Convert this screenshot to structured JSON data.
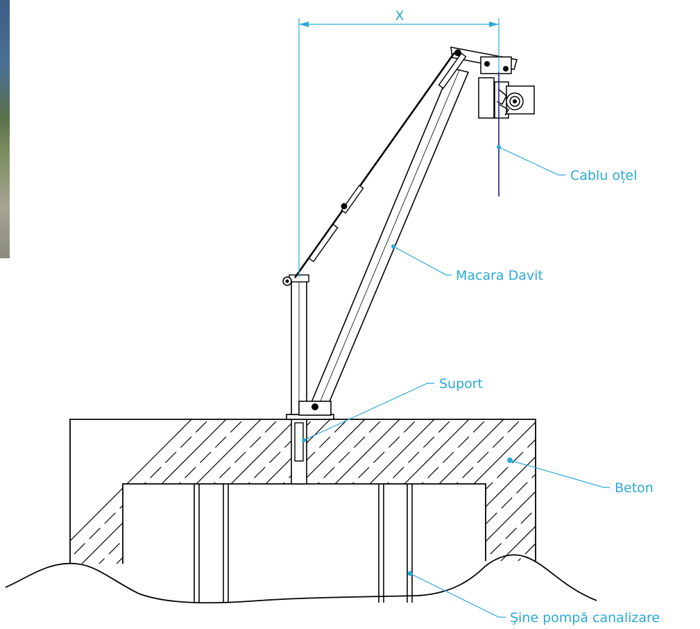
{
  "dimension": {
    "label": "X"
  },
  "callouts": {
    "cablu": "Cablu oțel",
    "macara": "Macara Davit",
    "suport": "Suport",
    "beton": "Beton",
    "sine": "Şine pompă canalizare"
  },
  "colors": {
    "callout": "#2aa9d8",
    "line": "#000000",
    "cable": "#2b3a8c"
  }
}
